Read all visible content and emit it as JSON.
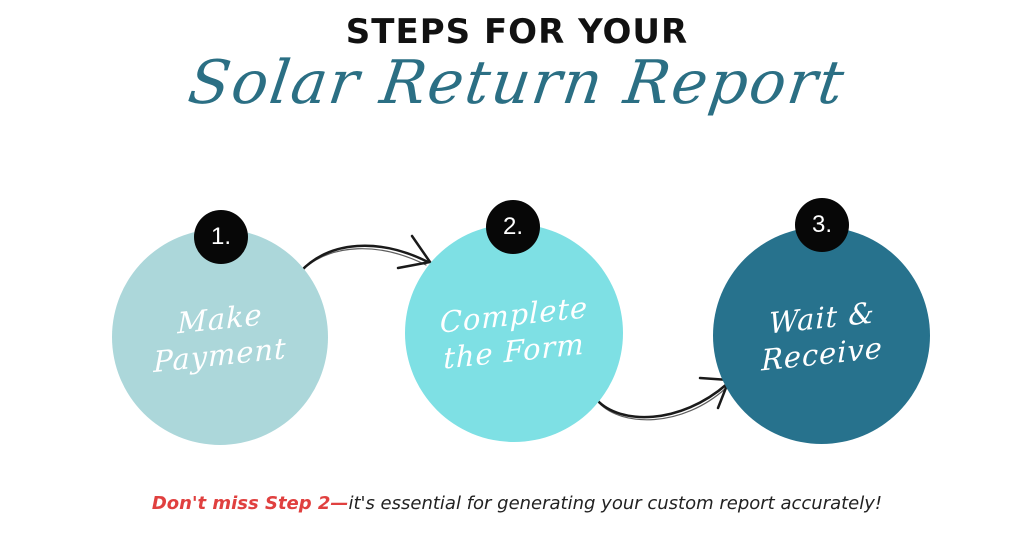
{
  "heading": {
    "title": "STEPS FOR YOUR",
    "subtitle": "Solar Return Report"
  },
  "steps": [
    {
      "number": "1.",
      "line1": "Make",
      "line2": "Payment",
      "color": "#acd7da"
    },
    {
      "number": "2.",
      "line1": "Complete",
      "line2": "the Form",
      "color": "#7ee0e4"
    },
    {
      "number": "3.",
      "line1": "Wait &",
      "line2": "Receive",
      "color": "#27728d"
    }
  ],
  "footer": {
    "highlight": "Don't miss Step 2—",
    "rest": "it's essential for generating your custom report accurately!",
    "highlight_color": "#e0403f"
  }
}
